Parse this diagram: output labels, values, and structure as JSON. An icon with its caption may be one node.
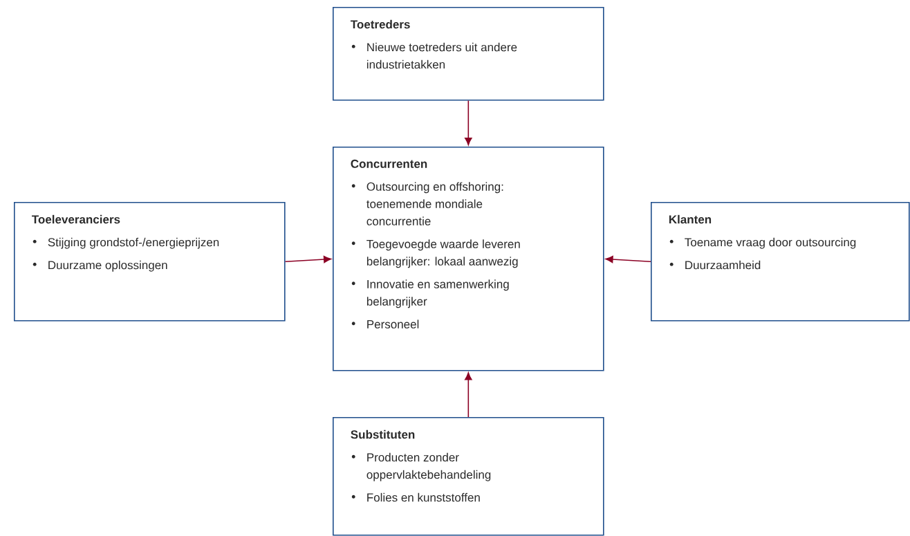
{
  "diagram": {
    "nodes": [
      {
        "text": [
          "Toetreders",
          "Nieuwe toetreders uit andere industrietakken"
        ]
      },
      {
        "text": [
          "Concurrenten",
          "Outsourcing en offshoring: toenemende mondiale concurrentie",
          "Toegevoegde waarde leveren belangrijker: lokaal aanwezig",
          "Innovatie en samenwerking belangrijker",
          "Personeel"
        ]
      },
      {
        "text": [
          "Toeleveranciers",
          "Stijging grondstof-/energieprijzen",
          "Duurzame oplossingen"
        ]
      },
      {
        "text": [
          "Klanten",
          "Toename vraag door outsourcing",
          "Duurzaamheid"
        ]
      },
      {
        "text": [
          "Substituten",
          "Producten zonder oppervlaktebehandeling",
          "Folies en kunststoffen"
        ]
      }
    ],
    "edges": [
      {
        "from": 0,
        "to": 1,
        "arrow": "to"
      },
      {
        "from": 2,
        "to": 1,
        "arrow": "to"
      },
      {
        "from": 3,
        "to": 1,
        "arrow": "to"
      },
      {
        "from": 4,
        "to": 1,
        "arrow": "to"
      }
    ]
  }
}
